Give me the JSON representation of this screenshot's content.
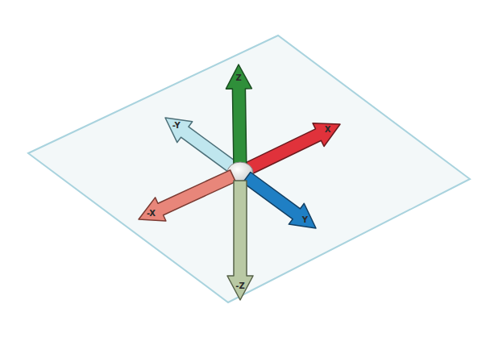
{
  "diagram": {
    "labels": [
      "Z",
      "-Y",
      "X",
      "-X",
      "Y",
      "-Z"
    ]
  }
}
